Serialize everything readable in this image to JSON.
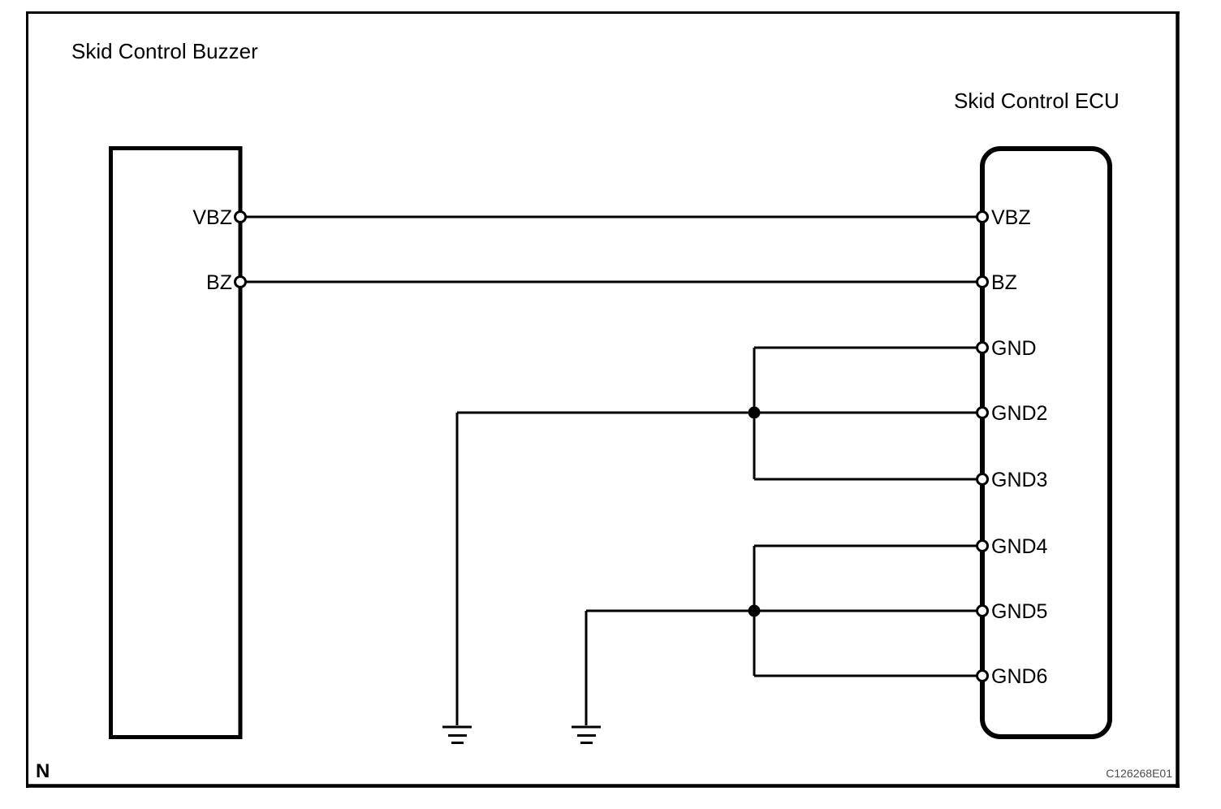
{
  "diagram": {
    "buzzer": {
      "title": "Skid Control Buzzer",
      "pins": [
        "VBZ",
        "BZ"
      ]
    },
    "ecu": {
      "title": "Skid Control ECU",
      "pins": [
        "VBZ",
        "BZ",
        "GND",
        "GND2",
        "GND3",
        "GND4",
        "GND5",
        "GND6"
      ]
    },
    "footer": {
      "marker": "N",
      "figure_code": "C126268E01"
    },
    "colors": {
      "line": "#000000",
      "background": "#ffffff",
      "figure_code_text": "#4d4d4d"
    }
  }
}
